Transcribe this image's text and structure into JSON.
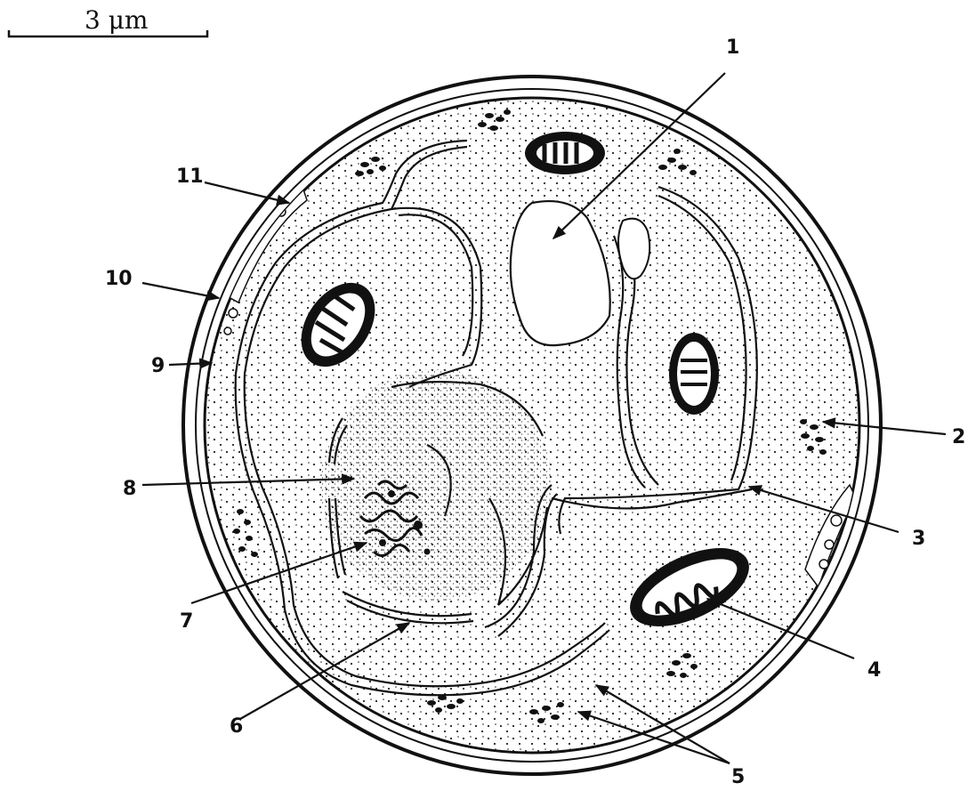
{
  "scale_bar": {
    "label": "3 μm"
  },
  "labels": [
    "1",
    "2",
    "3",
    "4",
    "5",
    "6",
    "7",
    "8",
    "9",
    "10",
    "11"
  ],
  "colors": {
    "ink": "#111111",
    "paper": "#ffffff"
  }
}
